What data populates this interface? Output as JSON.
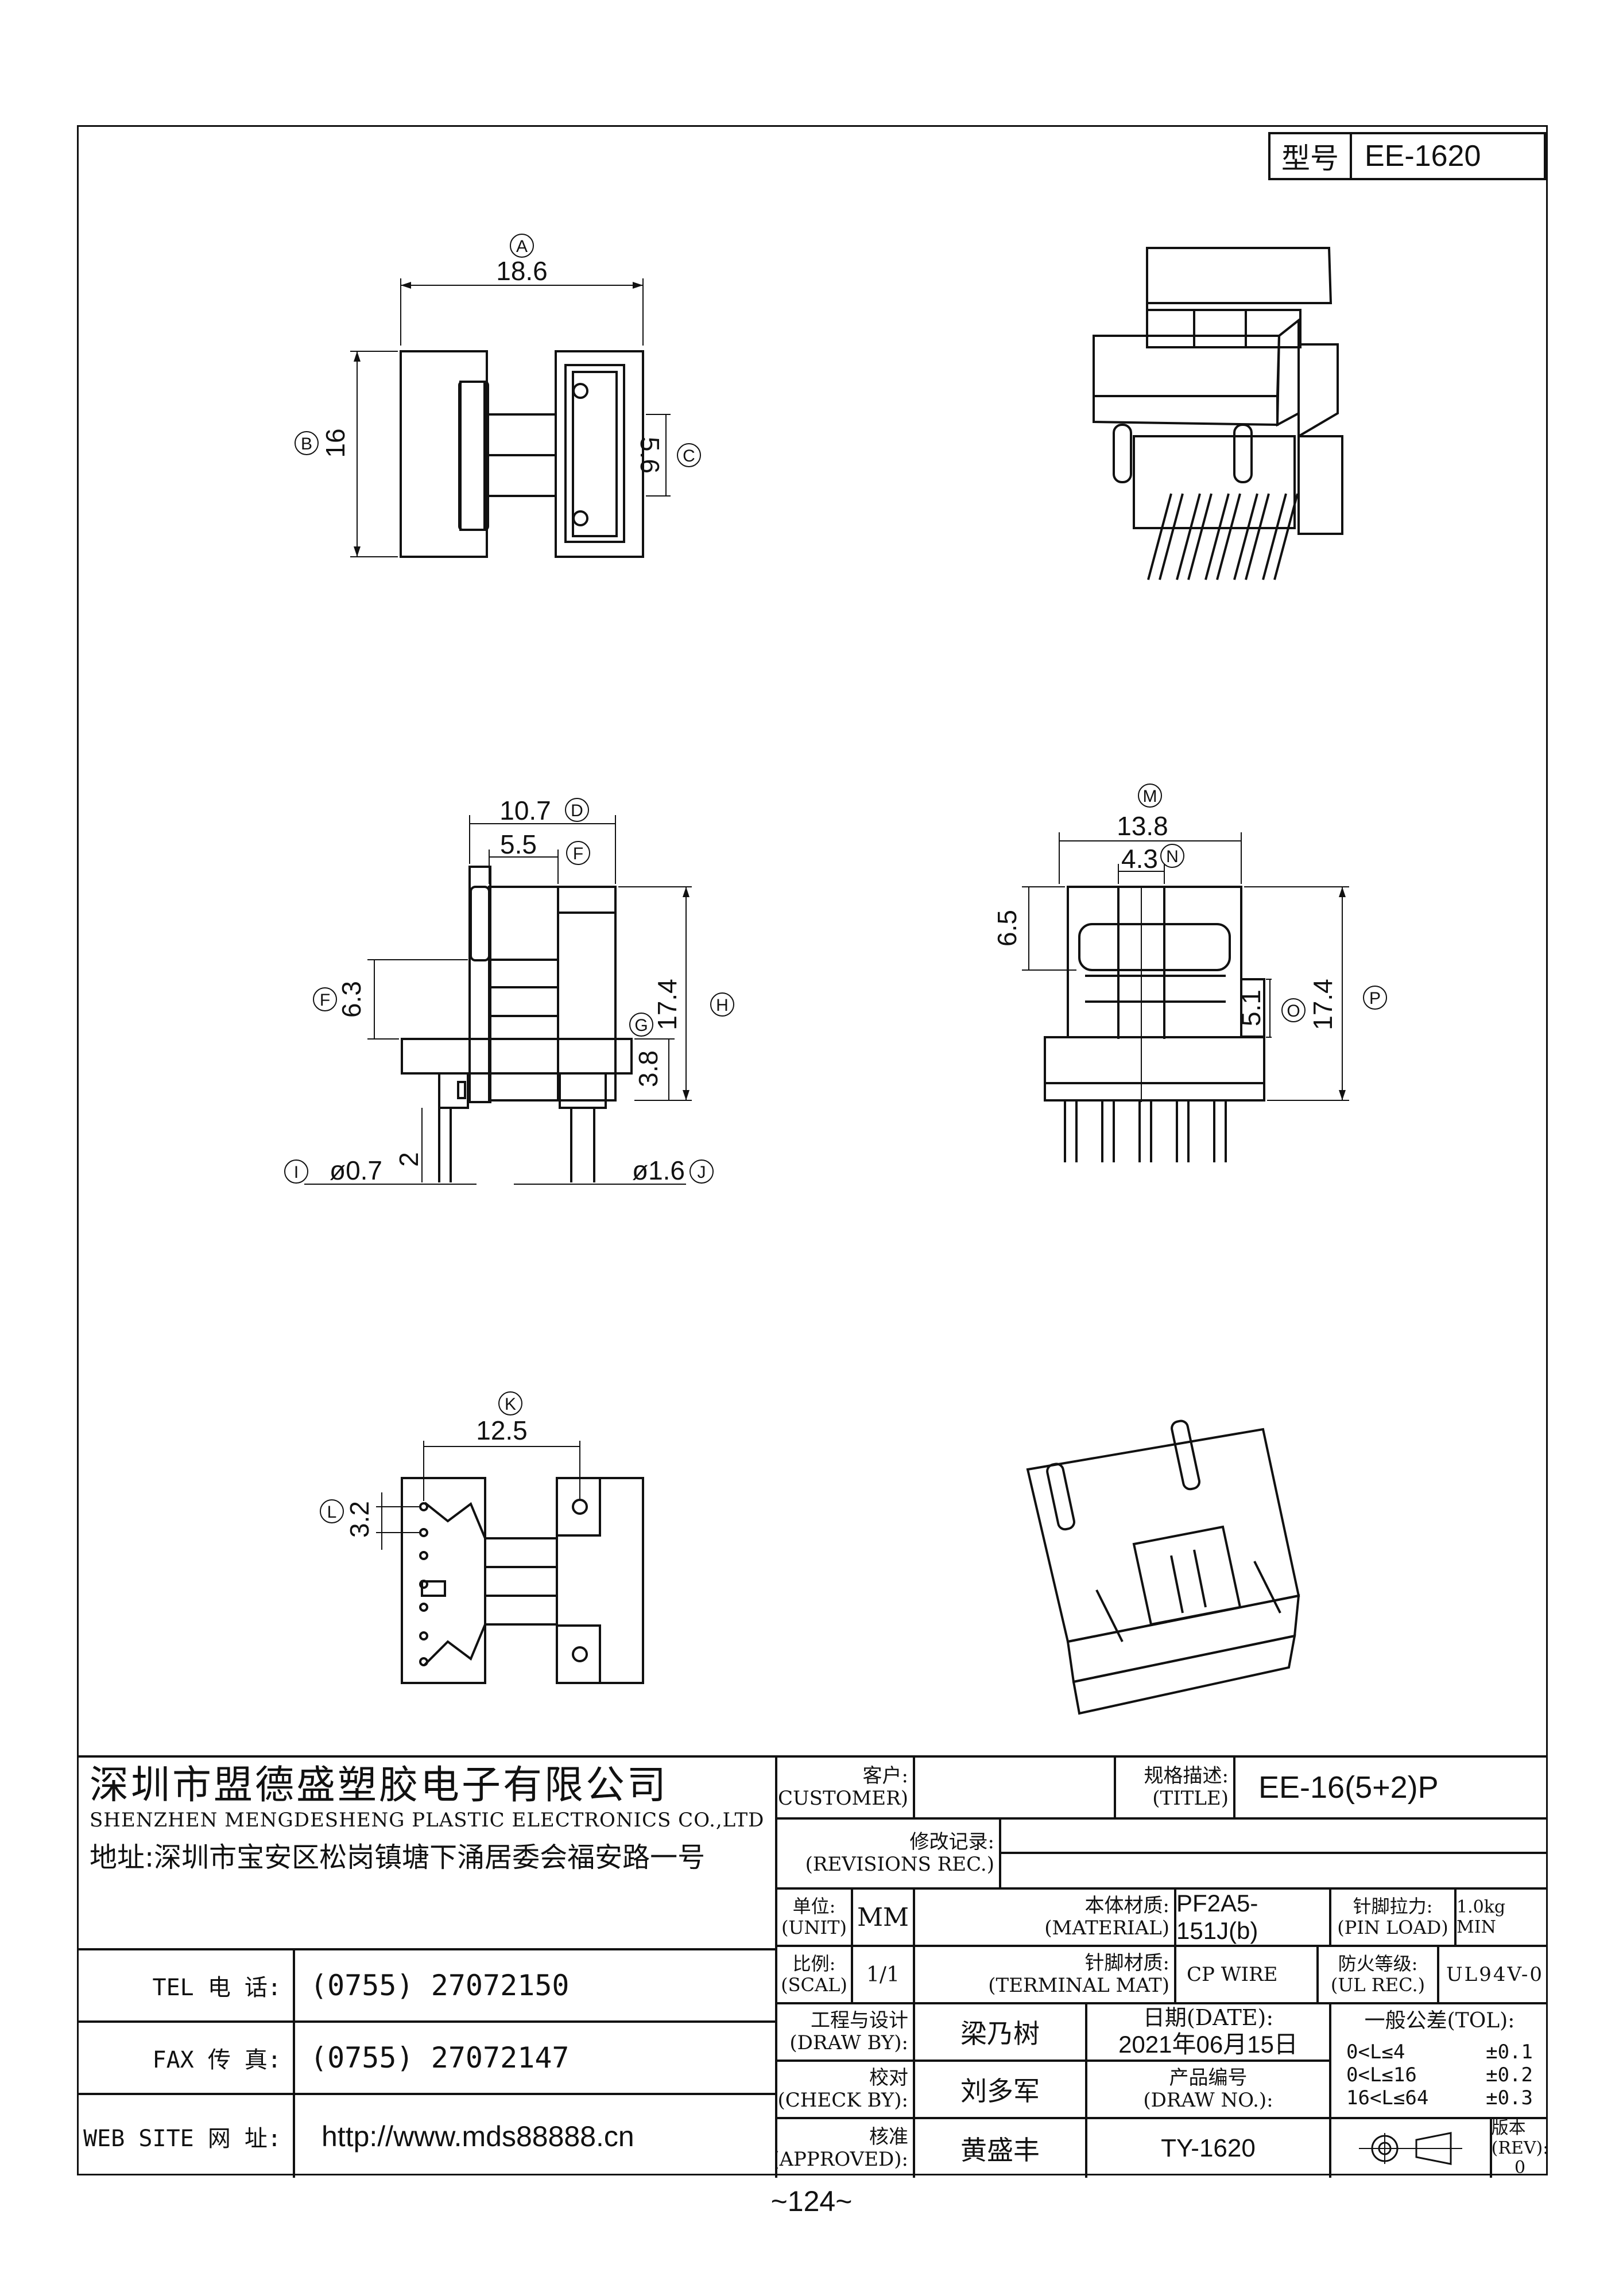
{
  "model": {
    "label": "型号",
    "value": "EE-1620"
  },
  "views": {
    "top": {
      "dim_a": "18.6",
      "dim_b": "16",
      "dim_c": "5.6",
      "label_a": "A",
      "label_b": "B",
      "label_c": "C"
    },
    "side": {
      "dim_d": "10.7",
      "dim_f_top": "5.5",
      "dim_f_left": "6.3",
      "dim_h": "17.4",
      "dim_g": "3.8",
      "dim_small": "2",
      "dim_i": "ø0.7",
      "dim_j": "ø1.6",
      "label_d": "D",
      "label_f": "F",
      "label_f2": "F",
      "label_h": "H",
      "label_g": "G",
      "label_i": "I",
      "label_j": "J"
    },
    "front": {
      "dim_m": "13.8",
      "dim_n": "4.3",
      "dim_65": "6.5",
      "dim_o": "5.1",
      "dim_p": "17.4",
      "label_m": "M",
      "label_n": "N",
      "label_o": "O",
      "label_p": "P"
    },
    "bottom": {
      "dim_k": "12.5",
      "dim_l": "3.2",
      "label_k": "K",
      "label_l": "L"
    }
  },
  "company": {
    "name_cn": "深圳市盟德盛塑胶电子有限公司",
    "name_en": "SHENZHEN MENGDESHENG PLASTIC ELECTRONICS CO.,LTD",
    "address": "地址:深圳市宝安区松岗镇塘下涌居委会福安路一号",
    "tel_label": "TEL 电 话:",
    "tel": "(0755) 27072150",
    "fax_label": "FAX 传 真:",
    "fax": "(0755) 27072147",
    "web_label": "WEB SITE 网 址:",
    "web": "http://www.mds88888.cn"
  },
  "title_block": {
    "customer_label_cn": "客户:",
    "customer_label_en": "(CUSTOMER)",
    "customer": "",
    "title_label_cn": "规格描述:",
    "title_label_en": "(TITLE)",
    "title": "EE-16(5+2)P",
    "rev_label_cn": "修改记录:",
    "rev_label_en": "(REVISIONS REC.)",
    "revisions": "",
    "unit_label_cn": "单位:",
    "unit_label_en": "(UNIT)",
    "unit": "MM",
    "material_label_cn": "本体材质:",
    "material_label_en": "(MATERIAL)",
    "material": "PF2A5-151J(b)",
    "pin_load_label_cn": "针脚拉力:",
    "pin_load_label_en": "(PIN LOAD)",
    "pin_load": "1.0kg MIN",
    "scale_label_cn": "比例:",
    "scale_label_en": "(SCAL)",
    "scale": "1/1",
    "terminal_label_cn": "针脚材质:",
    "terminal_label_en": "(TERMINAL MAT)",
    "terminal": "CP WIRE",
    "ul_label_cn": "防火等级:",
    "ul_label_en": "(UL REC.)",
    "ul": "UL94V-0",
    "draw_label_cn": "工程与设计",
    "draw_label_en": "(DRAW BY):",
    "draw_by": "梁乃树",
    "date_label": "日期(DATE):",
    "date": "2021年06月15日",
    "tol_label": "一般公差(TOL):",
    "tol_rows": [
      {
        "range": "0<L≤4",
        "tol": "±0.1"
      },
      {
        "range": "0<L≤16",
        "tol": "±0.2"
      },
      {
        "range": "16<L≤64",
        "tol": "±0.3"
      }
    ],
    "check_label_cn": "校对",
    "check_label_en": "(CHECK BY):",
    "check_by": "刘多军",
    "drawno_label_cn": "产品编号",
    "drawno_label_en": "(DRAW NO.):",
    "approved_label_cn": "核准",
    "approved_label_en": "(APPROVED):",
    "approved_by": "黄盛丰",
    "draw_no": "TY-1620",
    "rev_no_label": "版本(REV):",
    "rev_no": "0"
  },
  "page_number": "~124~"
}
